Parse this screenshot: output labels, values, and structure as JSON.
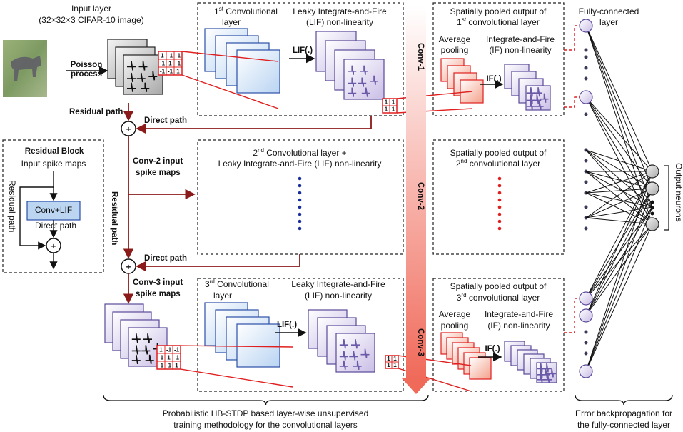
{
  "input_layer": {
    "title": "Input layer",
    "subtitle": "(32×32×3 CIFAR-10 image)"
  },
  "poisson": {
    "line1": "Poisson",
    "line2": "process"
  },
  "conv1": {
    "sup": "st",
    "label_pre": "1",
    "label_post": " Convolutional",
    "label_line2": "layer",
    "lif_line1": "Leaky Integrate-and-Fire",
    "lif_line2": "(LIF) non-linearity",
    "lif_op": "LIF(.)"
  },
  "pool1": {
    "line1": "Spatially pooled output of",
    "line2_pre": "1",
    "sup": "st",
    "line2_post": " convolutional layer",
    "avg1": "Average",
    "avg2": "pooling",
    "if1": "Integrate-and-Fire",
    "if2": "(IF) non-linearity",
    "if_op": "IF(.)"
  },
  "conv2": {
    "line1_pre": "2",
    "sup": "nd",
    "line1_post": " Convolutional layer +",
    "line2": "Leaky Integrate-and-Fire (LIF) non-linearity",
    "input1": "Conv-2 input",
    "input2": "spike maps"
  },
  "pool2": {
    "line1": "Spatially pooled output of",
    "line2_pre": "2",
    "sup": "nd",
    "line2_post": " convolutional layer"
  },
  "conv3": {
    "sup": "rd",
    "label_pre": "3",
    "label_post": " Convolutional",
    "label_line2": "layer",
    "lif_line1": "Leaky Integrate-and-Fire",
    "lif_line2": "(LIF) non-linearity",
    "lif_op": "LIF(.)",
    "input1": "Conv-3 input",
    "input2": "spike maps"
  },
  "pool3": {
    "line1": "Spatially pooled output of",
    "line2_pre": "3",
    "sup": "rd",
    "line2_post": " convolutional layer",
    "avg1": "Average",
    "avg2": "pooling",
    "if1": "Integrate-and-Fire",
    "if2": "(IF) non-linearity",
    "if_op": "IF(.)"
  },
  "paths": {
    "residual": "Residual path",
    "direct": "Direct path"
  },
  "residual_block": {
    "title": "Residual Block",
    "input": "Input spike maps",
    "conv": "Conv+LIF",
    "direct": "Direct path",
    "residual": "Residual path"
  },
  "fc": {
    "line1": "Fully-connected",
    "line2": "layer",
    "output": "Output neurons"
  },
  "stages": {
    "conv1": "Conv-1",
    "conv2": "Conv-2",
    "conv3": "Conv-3"
  },
  "footer": {
    "left1": "Probabilistic HB-STDP based layer-wise unsupervised",
    "left2": "training methodology for the convolutional layers",
    "right1": "Error backpropagation for",
    "right2": "the fully-connected layer"
  },
  "kernel_values": [
    "1",
    "-1",
    "-1",
    "-1",
    "1",
    "-1",
    "-1",
    "-1",
    "1"
  ],
  "kernel2_values": [
    "1",
    "1",
    "1",
    "1"
  ],
  "colors": {
    "accent_red": "#e02020",
    "blue_map": "#2c4fa8",
    "purple_map": "#6a5aa8",
    "arrow": "#8b1a1a"
  }
}
